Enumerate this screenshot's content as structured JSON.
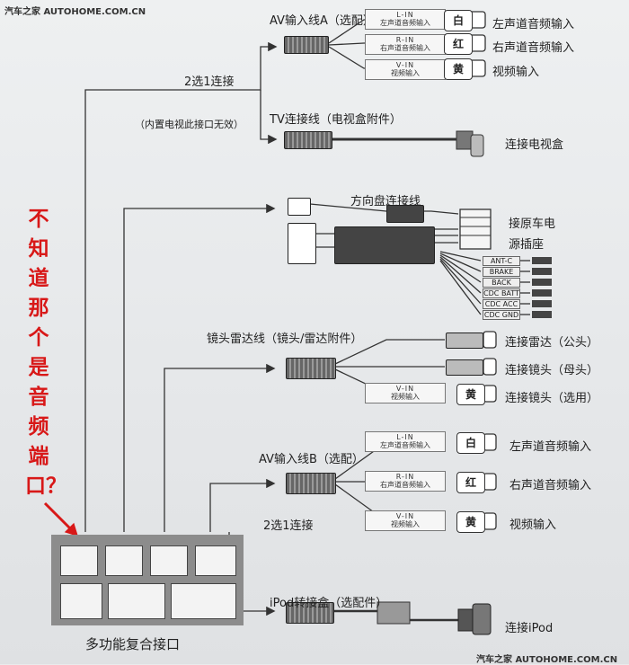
{
  "watermark": {
    "top_left": "汽车之家  AUTOHOME.COM.CN",
    "bottom_right": "汽车之家  AUTOHOME.COM.CN"
  },
  "annotation": {
    "question": "不知道那个是音频端口？"
  },
  "labels": {
    "av_a": "AV输入线A（选配）",
    "av_b": "AV输入线B（选配）",
    "choose_1": "2选1连接",
    "choose_2": "2选1连接",
    "builtin_note": "（内置电视此接口无效）",
    "tv_line": "TV连接线（电视盒附件）",
    "tv_target": "连接电视盒",
    "steering": "方向盘连接线",
    "power_target_1": "接原车电",
    "power_target_2": "源插座",
    "radar_line": "镜头雷达线（镜头/雷达附件）",
    "radar_target": "连接雷达（公头）",
    "camera_target_f": "连接镜头（母头）",
    "camera_target_opt": "连接镜头（选用）",
    "left_audio": "左声道音频输入",
    "right_audio": "右声道音频输入",
    "video_in": "视频输入",
    "ipod_box": "iPod转接盒（选配件）",
    "ipod_target": "连接iPod",
    "multi_port": "多功能复合接口"
  },
  "tags": {
    "l_in": {
      "code": "L-IN",
      "text": "左声道音频输入",
      "color": "白"
    },
    "r_in": {
      "code": "R-IN",
      "text": "右声道音频输入",
      "color": "红"
    },
    "v_in": {
      "code": "V-IN",
      "text": "视频输入",
      "color": "黄"
    }
  },
  "small_wires": [
    "ANT-C",
    "BRAKE",
    "BACK",
    "CDC BATT",
    "CDC ACC",
    "CDC GND"
  ]
}
